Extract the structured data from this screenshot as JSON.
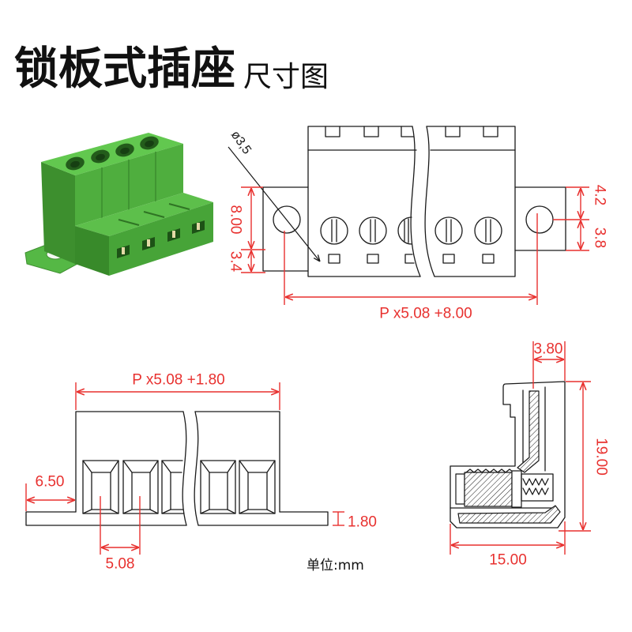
{
  "title": {
    "main": "锁板式插座",
    "sub": "尺寸图"
  },
  "front_view": {
    "hole_diameter": "ø3,5",
    "left_upper_height": "8.00",
    "left_lower_height": "3.4",
    "right_upper_height": "4.2",
    "right_lower_height": "3.8",
    "overall_width": "P x5.08 +8.00"
  },
  "bottom_view": {
    "overall_width": "P x5.08 +1.80",
    "flange_offset": "6.50",
    "pitch": "5.08",
    "flange_thickness": "1.80"
  },
  "side_view": {
    "top_width": "3.80",
    "height": "19.00",
    "depth": "15.00"
  },
  "unit_label": "单位:mm",
  "colors": {
    "dimension": "#e8312f",
    "outline": "#1a1a1a",
    "product_green": "#4fae3e"
  }
}
